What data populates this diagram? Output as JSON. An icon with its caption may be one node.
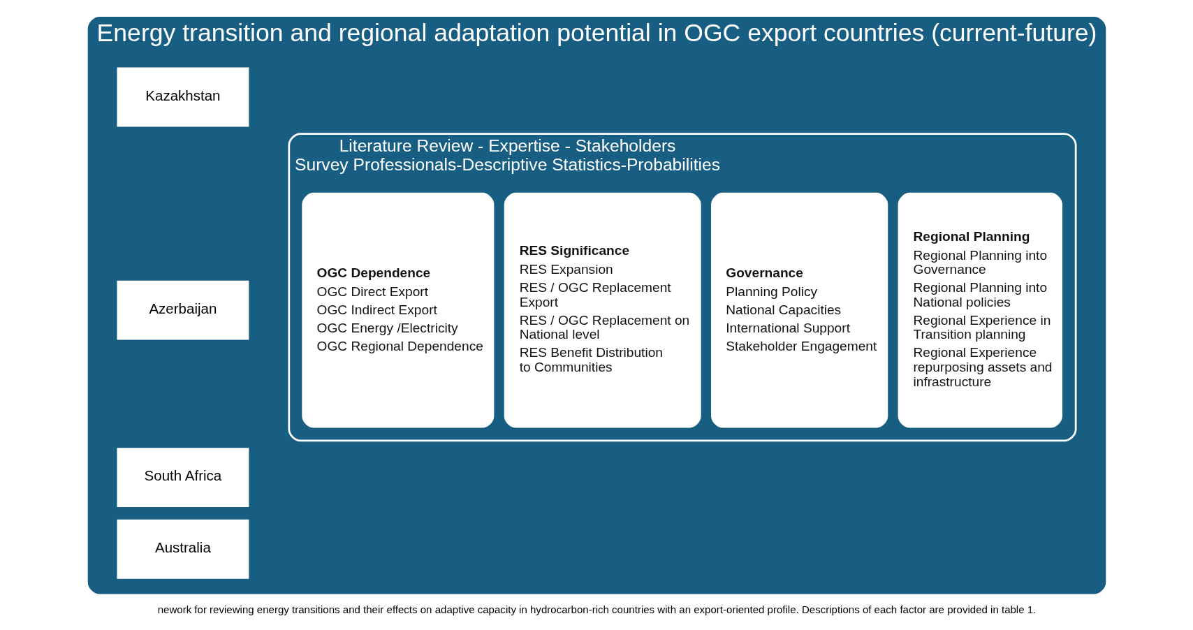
{
  "diagram": {
    "caption": "nework for reviewing energy transitions and their effects on adaptive capacity in hydrocarbon-rich countries with an export-oriented profile. Descriptions of each factor are provided in table 1.",
    "nodes": [
      {
        "text": [
          "Energy transition and regional adaptation potential in OGC export countries (current-future)"
        ]
      },
      {
        "text": [
          "Kazakhstan"
        ],
        "in": 0
      },
      {
        "text": [
          "Azerbaijan"
        ],
        "in": 0
      },
      {
        "text": [
          "South Africa"
        ],
        "in": 0
      },
      {
        "text": [
          "Australia"
        ],
        "in": 0
      },
      {
        "text": [
          "Literature Review - Expertise - Stakeholders",
          "Survey Professionals-Descriptive Statistics-Probabilities"
        ],
        "in": 0
      },
      {
        "text": [
          "OGC Dependence",
          "OGC Direct Export",
          "OGC Indirect Export",
          "OGC Energy /Electricity",
          "OGC Regional Dependence"
        ],
        "in": 5
      },
      {
        "text": [
          "RES Significance",
          "RES Expansion",
          "RES / OGC Replacement Export",
          "RES / OGC Replacement on National level",
          "RES Benefit Distribution to Communities"
        ],
        "in": 5
      },
      {
        "text": [
          "Governance",
          "Planning Policy",
          "National Capacities",
          "International Support",
          "Stakeholder Engagement"
        ],
        "in": 5
      },
      {
        "text": [
          "Regional Planning",
          "Regional Planning into Governance",
          "Regional Planning into National policies",
          "Regional Experience in Transition planning",
          "Regional Experience repurposing assets and infrastructure"
        ],
        "in": 5
      }
    ],
    "edges": []
  }
}
